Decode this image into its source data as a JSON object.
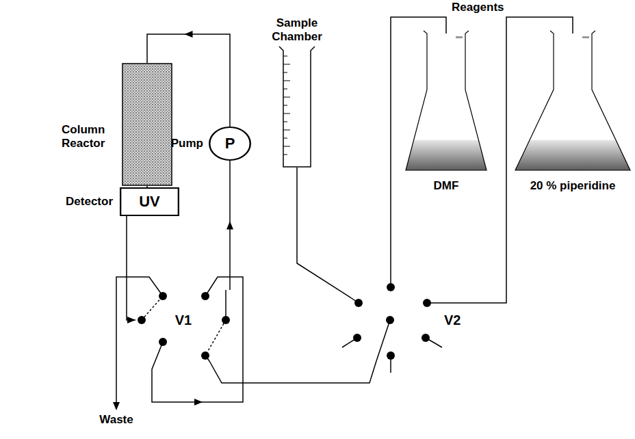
{
  "diagram": {
    "nodes": [
      {
        "text": [
          "Column Reactor"
        ]
      },
      {
        "text": [
          "Detector",
          "UV"
        ]
      },
      {
        "text": [
          "Pump",
          "P"
        ]
      },
      {
        "text": [
          "Sample Chamber"
        ]
      },
      {
        "text": [
          "DMF"
        ]
      },
      {
        "text": [
          "20 % piperidine"
        ]
      },
      {
        "text": [
          "V1"
        ]
      },
      {
        "text": [
          "V2"
        ]
      }
    ],
    "edges": [
      {
        "from": 2,
        "to": 0,
        "arrow": "to"
      },
      {
        "from": 0,
        "to": 1,
        "arrow": "none"
      },
      {
        "from": 1,
        "to": 6,
        "arrow": "to"
      },
      {
        "from": 6,
        "to": 2,
        "arrow": "to"
      },
      {
        "from": 7,
        "to": 6,
        "arrow": "none"
      },
      {
        "from": 3,
        "to": 7,
        "arrow": "none"
      },
      {
        "from": 4,
        "to": 7,
        "arrow": "none"
      },
      {
        "from": 5,
        "to": 7,
        "arrow": "none"
      }
    ],
    "labels": [
      "Reagents",
      "Waste"
    ]
  }
}
